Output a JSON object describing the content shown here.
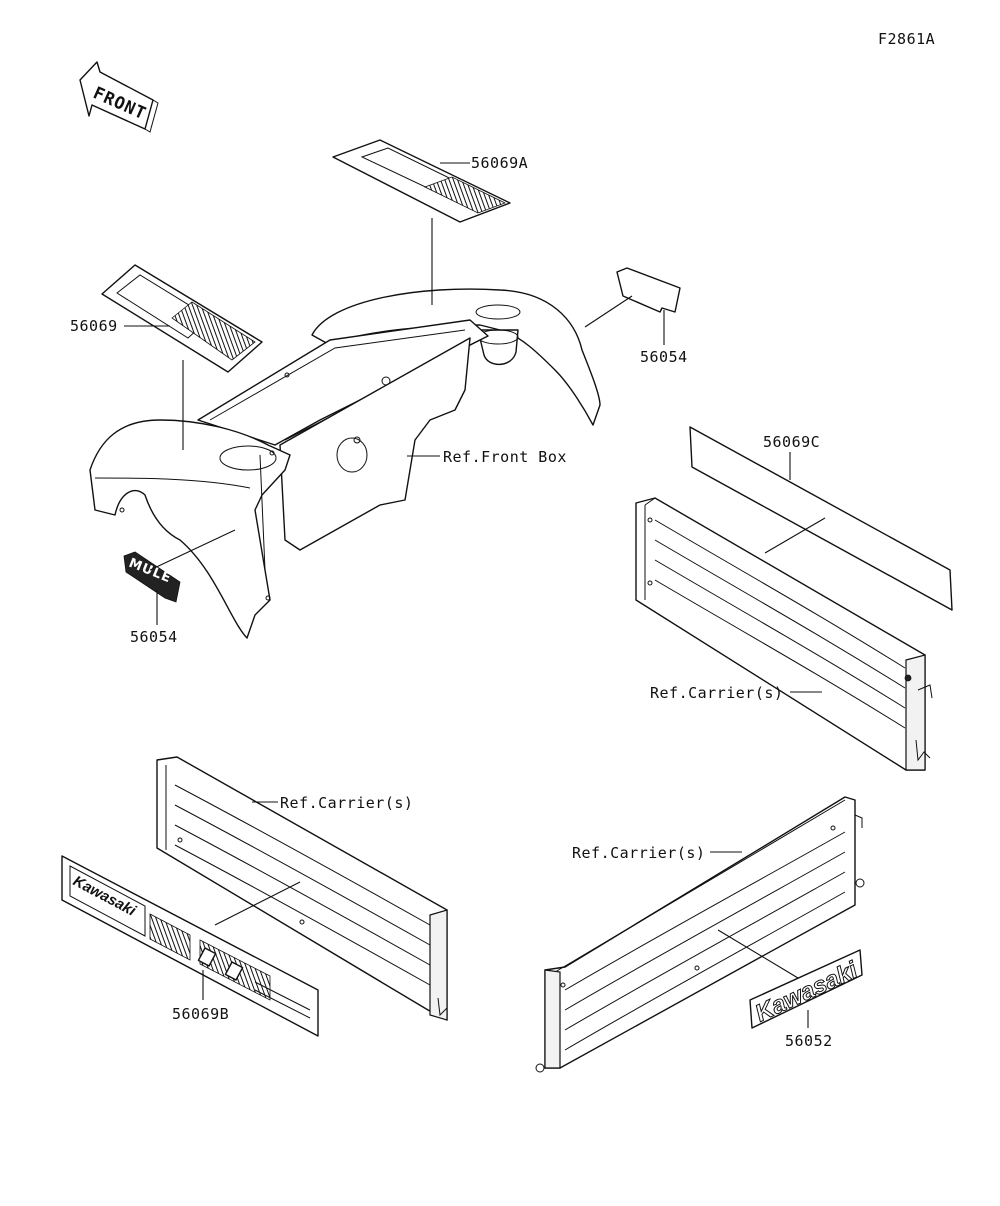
{
  "figure_code": "F2861A",
  "front_arrow_text": "FRONT",
  "callouts": {
    "c_56069A": "56069A",
    "c_56069": "56069",
    "c_56054_top": "56054",
    "c_ref_front_box": "Ref.Front Box",
    "c_56069C": "56069C",
    "c_56054_bottom": "56054",
    "c_ref_carrier_1": "Ref.Carrier(s)",
    "c_ref_carrier_2": "Ref.Carrier(s)",
    "c_ref_carrier_3": "Ref.Carrier(s)",
    "c_56069B": "56069B",
    "c_56052": "56052"
  },
  "decal_text": {
    "mule_top": "MULE",
    "kawasaki_long": "Kawasaki",
    "kawasaki_emblem": "Kawasaki"
  }
}
